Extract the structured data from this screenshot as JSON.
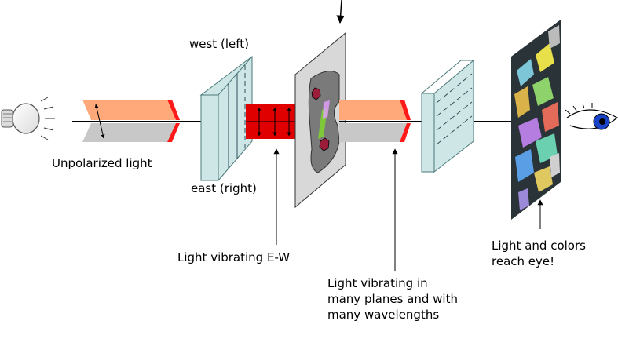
{
  "labels": {
    "unpolarized": "Unpolarized light",
    "west": "west (left)",
    "east": "east (right)",
    "ew": "Light vibrating E-W",
    "many": [
      "Light vibrating in",
      "many planes and with",
      "many wavelengths"
    ],
    "reach": [
      "Light and colors",
      "reach eye!"
    ]
  },
  "colors": {
    "beam_upper": "#ffa97a",
    "beam_lower": "#c8c8c8",
    "polarizer": "#cfe6e6",
    "polarized_band": "#e00000",
    "sample_stage": "#d8d8d8",
    "sample": "#7a7a7a",
    "iris": "#1a44c8"
  },
  "icons": [
    "light-bulb-icon",
    "eye-icon"
  ]
}
